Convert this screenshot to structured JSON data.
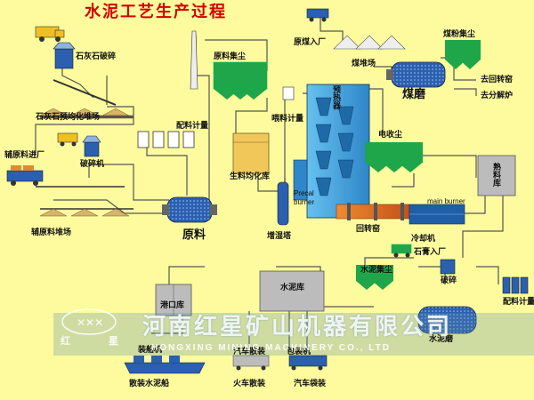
{
  "title": "水泥工艺生产过程",
  "labels": {
    "limestone_crushing": "石灰石破碎",
    "limestone_storage": "石灰石预均化堆场",
    "aux_material_in": "辅原料进厂",
    "crusher": "破碎机",
    "aux_storage": "辅原料堆场",
    "batching_meter": "配料计量",
    "raw_material": "原料",
    "raw_dust": "原料集尘",
    "raw_homogenizer": "生料均化库",
    "feeding_meter": "喂料计量",
    "humidifier_tower": "增湿塔",
    "preheater": "预热器",
    "precal_burner_1": "Precal",
    "precal_burner_2": "burner",
    "electric_dust": "电收尘",
    "rotary_kiln": "回转窑",
    "main_burner": "main burner",
    "cooler": "冷却机",
    "clinker_store": "熟料库",
    "coal_in": "原煤入厂",
    "coal_yard": "煤堆场",
    "coal_dust": "煤粉集尘",
    "coal_mill": "煤磨",
    "to_kiln": "去回转窑",
    "to_calciner": "去分解炉",
    "gypsum_in": "石膏入厂",
    "gypsum_crush": "破碎",
    "batching_meter_2": "配料计量",
    "cement_dust": "水泥集尘",
    "cement_mill": "水泥磨",
    "cement_silo": "水泥库",
    "port_silo": "港口库",
    "bag_loading": "装船机",
    "bulk_ship": "散装水泥船",
    "truck_bulk": "汽车散装",
    "bag_packing": "包装机",
    "train_bulk": "火车散装",
    "truck_bag": "汽车袋装"
  },
  "watermark": {
    "company_cn": "河南红星矿山机器有限公司",
    "company_en": "HONGXING MINING MACHINERY CO., LTD",
    "logo_left": "红",
    "logo_right": "星"
  },
  "colors": {
    "background": "#fdfb9e",
    "title": "#d40000",
    "pipe": "#555555",
    "mill_blue": "#2b5fb0",
    "dust_green": "#1fa64a",
    "silo_grey": "#bcbcbc",
    "homogenizer": "#f2c75a",
    "preheater_blue": "#4aa8e0",
    "kiln_orange": "#e36c1a",
    "cooler_blue": "#1e5fa8"
  }
}
